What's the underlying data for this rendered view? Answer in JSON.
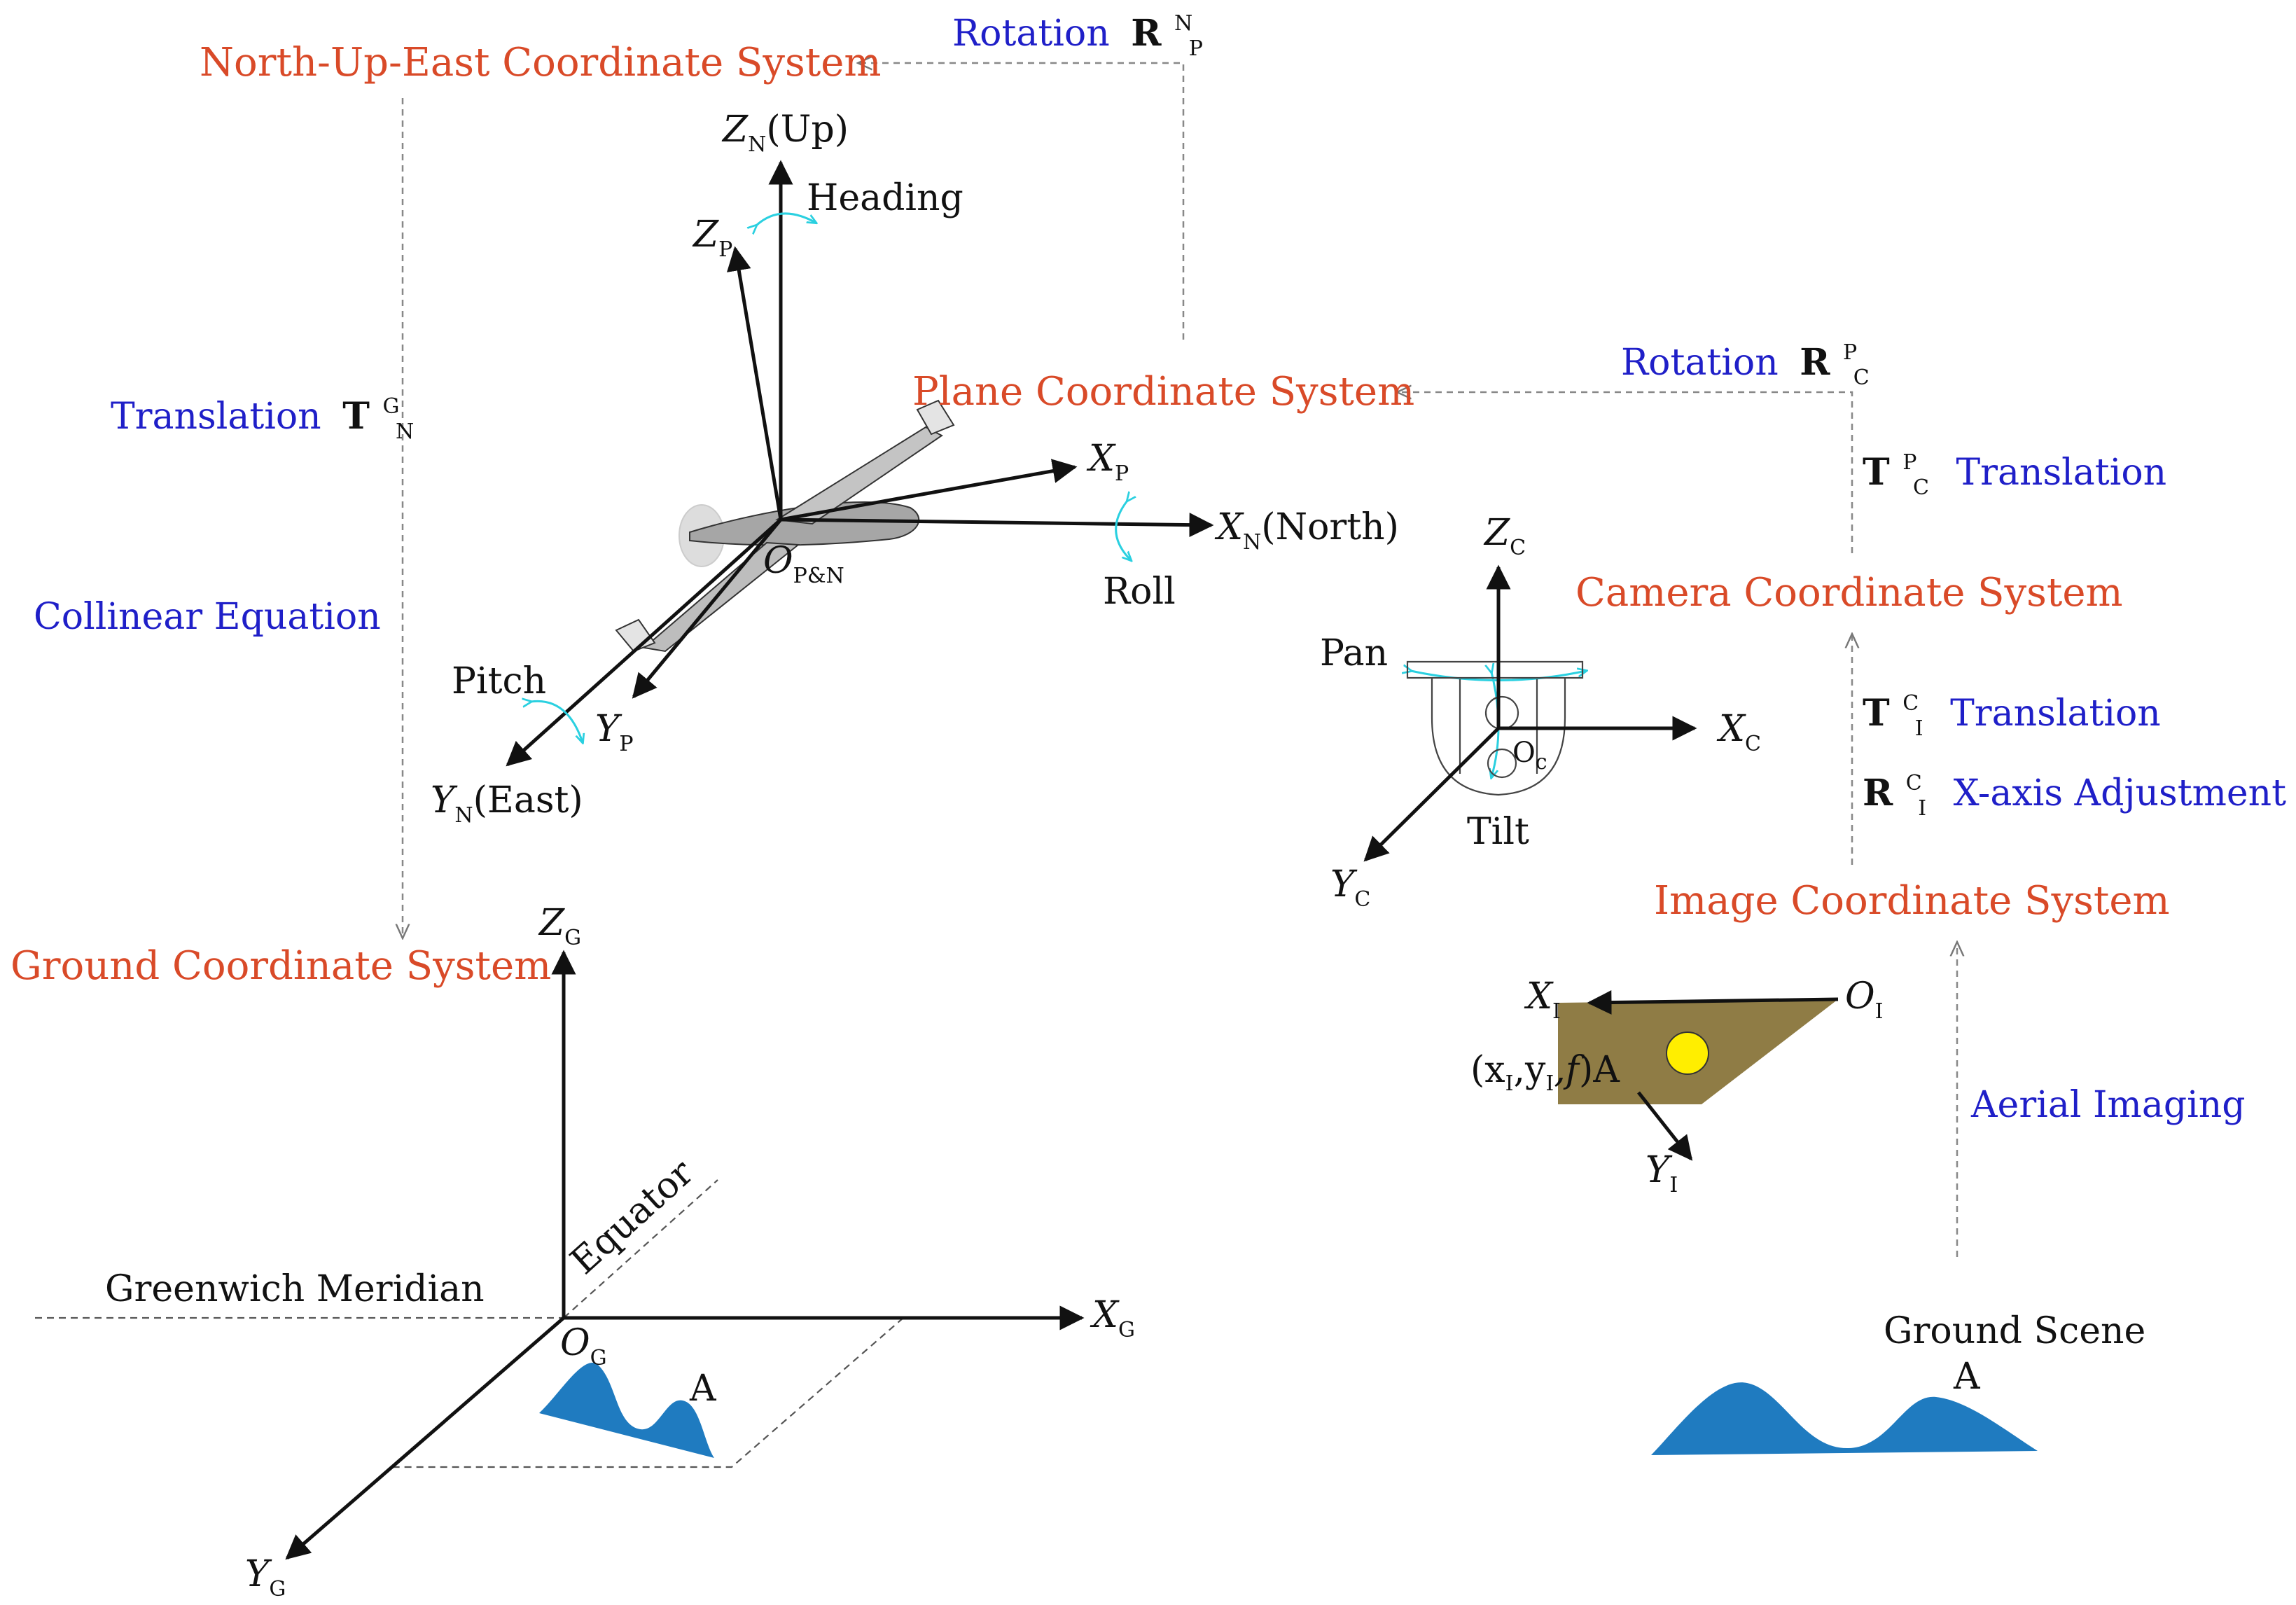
{
  "systems": {
    "north_up_east": "North-Up-East Coordinate System",
    "plane": "Plane Coordinate System",
    "camera": "Camera Coordinate System",
    "image": "Image Coordinate System",
    "ground": "Ground Coordinate System"
  },
  "transforms": {
    "rotation_word": "Rotation",
    "translation_word": "Translation",
    "collinear": "Collinear Equation",
    "x_axis_adjustment": "X-axis Adjustment",
    "aerial_imaging": "Aerial Imaging",
    "symbol_R": "R",
    "symbol_T": "T",
    "R_P_N": {
      "sup": "N",
      "sub": "P"
    },
    "R_C_P": {
      "sup": "P",
      "sub": "C"
    },
    "T_N_G": {
      "sup": "G",
      "sub": "N"
    },
    "T_C_P": {
      "sup": "P",
      "sub": "C"
    },
    "T_I_C": {
      "sup": "C",
      "sub": "I"
    },
    "R_I_C": {
      "sup": "C",
      "sub": "I"
    }
  },
  "aircraft_axes": {
    "zn": "Z",
    "zn_sub": "N",
    "zn_note": "(Up)",
    "zp": "Z",
    "zp_sub": "P",
    "xp": "X",
    "xp_sub": "P",
    "xn": "X",
    "xn_sub": "N",
    "xn_note": "(North)",
    "yp": "Y",
    "yp_sub": "P",
    "yn": "Y",
    "yn_sub": "N",
    "yn_note": "(East)",
    "origin": "O",
    "origin_sub": "P&N",
    "heading": "Heading",
    "roll": "Roll",
    "pitch": "Pitch"
  },
  "camera_axes": {
    "zc": "Z",
    "zc_sub": "C",
    "xc": "X",
    "xc_sub": "C",
    "yc": "Y",
    "yc_sub": "C",
    "origin": "O",
    "origin_sub": "c",
    "pan": "Pan",
    "tilt": "Tilt"
  },
  "image_plane": {
    "xi": "X",
    "xi_sub": "I",
    "yi": "Y",
    "yi_sub": "I",
    "origin": "O",
    "origin_sub": "I",
    "point_open": "(x",
    "point_y": ",y",
    "point_f": ",f",
    "point_close": ")A",
    "point_sub": "I",
    "plane_color": "#8f7c45",
    "point_color": "#ffee00"
  },
  "ground_axes": {
    "zg": "Z",
    "zg_sub": "G",
    "xg": "X",
    "xg_sub": "G",
    "yg": "Y",
    "yg_sub": "G",
    "origin": "O",
    "origin_sub": "G",
    "greenwich": "Greenwich Meridian",
    "equator": "Equator",
    "point": "A"
  },
  "ground_scene": {
    "label": "Ground Scene",
    "point": "A"
  },
  "colors": {
    "system_label": "#d94a28",
    "transform_label": "#1f1fc8",
    "terrain": "#1f7bc0",
    "rotation_arrow": "#2ad0e0"
  }
}
